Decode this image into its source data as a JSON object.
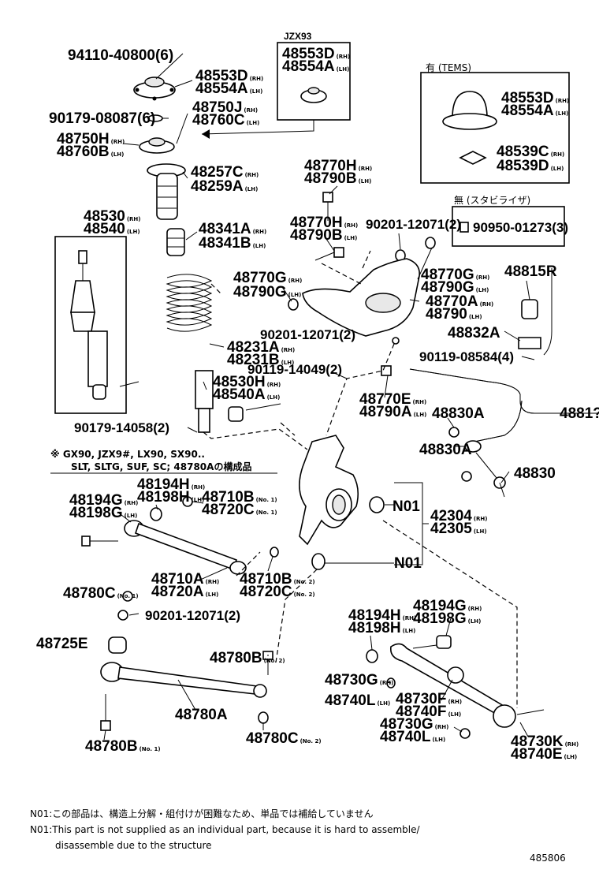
{
  "labels": [
    {
      "id": "l01",
      "text": "94110-40800(6)",
      "sub": ""
    },
    {
      "id": "l02",
      "text": "48553D",
      "sub": "(RH)"
    },
    {
      "id": "l03",
      "text": "48554A",
      "sub": "(LH)"
    },
    {
      "id": "l04",
      "text": "90179-08087(6)",
      "sub": ""
    },
    {
      "id": "l05",
      "text": "48750J",
      "sub": "(RH)"
    },
    {
      "id": "l06",
      "text": "48760C",
      "sub": "(LH)"
    },
    {
      "id": "l07",
      "text": "48750H",
      "sub": "(RH)"
    },
    {
      "id": "l08",
      "text": "48760B",
      "sub": "(LH)"
    },
    {
      "id": "l09",
      "text": "48257C",
      "sub": "(RH)"
    },
    {
      "id": "l10",
      "text": "48259A",
      "sub": "(LH)"
    },
    {
      "id": "l11",
      "text": "48530",
      "sub": "(RH)"
    },
    {
      "id": "l12",
      "text": "48540",
      "sub": "(LH)"
    },
    {
      "id": "l13",
      "text": "48341A",
      "sub": "(RH)"
    },
    {
      "id": "l14",
      "text": "48341B",
      "sub": "(LH)"
    },
    {
      "id": "l15",
      "text": "JZX93",
      "sub": ""
    },
    {
      "id": "l16",
      "text": "48553D",
      "sub": "(RH)"
    },
    {
      "id": "l17",
      "text": "48554A",
      "sub": "(LH)"
    },
    {
      "id": "l18",
      "text": "有 (TEMS)",
      "sub": ""
    },
    {
      "id": "l19",
      "text": "48553D",
      "sub": "(RH)"
    },
    {
      "id": "l20",
      "text": "48554A",
      "sub": "(LH)"
    },
    {
      "id": "l21",
      "text": "48539C",
      "sub": "(RH)"
    },
    {
      "id": "l22",
      "text": "48539D",
      "sub": "(LH)"
    },
    {
      "id": "l23",
      "text": "48770H",
      "sub": "(RH)"
    },
    {
      "id": "l24",
      "text": "48790B",
      "sub": "(LH)"
    },
    {
      "id": "l25",
      "text": "48770H",
      "sub": "(RH)"
    },
    {
      "id": "l26",
      "text": "48790B",
      "sub": "(LH)"
    },
    {
      "id": "l27",
      "text": "90201-12071(2)",
      "sub": ""
    },
    {
      "id": "l28",
      "text": "無 (スタビライザ)",
      "sub": ""
    },
    {
      "id": "l29",
      "text": "90950-01273(3)",
      "sub": ""
    },
    {
      "id": "l30",
      "text": "48770G",
      "sub": "(RH)"
    },
    {
      "id": "l31",
      "text": "48790G",
      "sub": "(LH)"
    },
    {
      "id": "l32",
      "text": "48770G",
      "sub": "(RH)"
    },
    {
      "id": "l33",
      "text": "48790G",
      "sub": "(LH)"
    },
    {
      "id": "l34",
      "text": "48770A",
      "sub": "(RH)"
    },
    {
      "id": "l35",
      "text": "48790",
      "sub": "(LH)"
    },
    {
      "id": "l36",
      "text": "48815R",
      "sub": ""
    },
    {
      "id": "l37",
      "text": "90201-12071(2)",
      "sub": ""
    },
    {
      "id": "l38",
      "text": "48832A",
      "sub": ""
    },
    {
      "id": "l39",
      "text": "48231A",
      "sub": "(RH)"
    },
    {
      "id": "l40",
      "text": "48231B",
      "sub": "(LH)"
    },
    {
      "id": "l41",
      "text": "90119-14049(2)",
      "sub": ""
    },
    {
      "id": "l42",
      "text": "90119-08584(4)",
      "sub": ""
    },
    {
      "id": "l43",
      "text": "48530H",
      "sub": "(RH)"
    },
    {
      "id": "l44",
      "text": "48540A",
      "sub": "(LH)"
    },
    {
      "id": "l45",
      "text": "48770E",
      "sub": "(RH)"
    },
    {
      "id": "l46",
      "text": "48790A",
      "sub": "(LH)"
    },
    {
      "id": "l47",
      "text": "48830A",
      "sub": ""
    },
    {
      "id": "l48",
      "text": "4881?",
      "sub": ""
    },
    {
      "id": "l49",
      "text": "90179-14058(2)",
      "sub": ""
    },
    {
      "id": "l50",
      "text": "48830A",
      "sub": ""
    },
    {
      "id": "l51",
      "text": "48830",
      "sub": ""
    },
    {
      "id": "l52",
      "text": "48194H",
      "sub": "(RH)"
    },
    {
      "id": "l53",
      "text": "48198H",
      "sub": "(LH)"
    },
    {
      "id": "l54",
      "text": "48710B",
      "sub": "(No. 1)"
    },
    {
      "id": "l55",
      "text": "48720C",
      "sub": "(No. 1)"
    },
    {
      "id": "l56",
      "text": "48194G",
      "sub": "(RH)"
    },
    {
      "id": "l57",
      "text": "48198G",
      "sub": "(LH)"
    },
    {
      "id": "l58",
      "text": "N01",
      "sub": ""
    },
    {
      "id": "l59",
      "text": "42304",
      "sub": "(RH)"
    },
    {
      "id": "l60",
      "text": "42305",
      "sub": "(LH)"
    },
    {
      "id": "l61",
      "text": "N01",
      "sub": ""
    },
    {
      "id": "l62",
      "text": "48710A",
      "sub": "(RH)"
    },
    {
      "id": "l63",
      "text": "48720A",
      "sub": "(LH)"
    },
    {
      "id": "l64",
      "text": "48710B",
      "sub": "(No. 2)"
    },
    {
      "id": "l65",
      "text": "48720C",
      "sub": "(No. 2)"
    },
    {
      "id": "l66",
      "text": "48780C",
      "sub": "(No. 1)"
    },
    {
      "id": "l67",
      "text": "90201-12071(2)",
      "sub": ""
    },
    {
      "id": "l68",
      "text": "48194G",
      "sub": "(RH)"
    },
    {
      "id": "l69",
      "text": "48198G",
      "sub": "(LH)"
    },
    {
      "id": "l70",
      "text": "48194H",
      "sub": "(RH)"
    },
    {
      "id": "l71",
      "text": "48198H",
      "sub": "(LH)"
    },
    {
      "id": "l72",
      "text": "48725E",
      "sub": ""
    },
    {
      "id": "l73",
      "text": "48780B",
      "sub": "(No. 2)"
    },
    {
      "id": "l74",
      "text": "48730G",
      "sub": "(RH)"
    },
    {
      "id": "l75",
      "text": "48740L",
      "sub": "(LH)"
    },
    {
      "id": "l76",
      "text": "48730F",
      "sub": "(RH)"
    },
    {
      "id": "l77",
      "text": "48740F",
      "sub": "(LH)"
    },
    {
      "id": "l78",
      "text": "48780A",
      "sub": ""
    },
    {
      "id": "l79",
      "text": "48730G",
      "sub": "(RH)"
    },
    {
      "id": "l80",
      "text": "48740L",
      "sub": "(LH)"
    },
    {
      "id": "l81",
      "text": "48780B",
      "sub": "(No. 1)"
    },
    {
      "id": "l82",
      "text": "48780C",
      "sub": "(No. 2)"
    },
    {
      "id": "l83",
      "text": "48730K",
      "sub": "(RH)"
    },
    {
      "id": "l84",
      "text": "48740E",
      "sub": "(LH)"
    }
  ],
  "model_note": {
    "line1": "※ GX90, JZX9#, LX90, SX90..",
    "line2": "SLT, SLTG, SUF, SC; 48780Aの構成品"
  },
  "footnotes": {
    "jp": "N01:この部品は、構造上分解・組付けが困難なため、単品では補給していません",
    "en1": "N01:This part is not supplied as an individual part,  because it is hard to assemble/",
    "en2": "disassemble due to the structure"
  },
  "figure_number": "485806"
}
